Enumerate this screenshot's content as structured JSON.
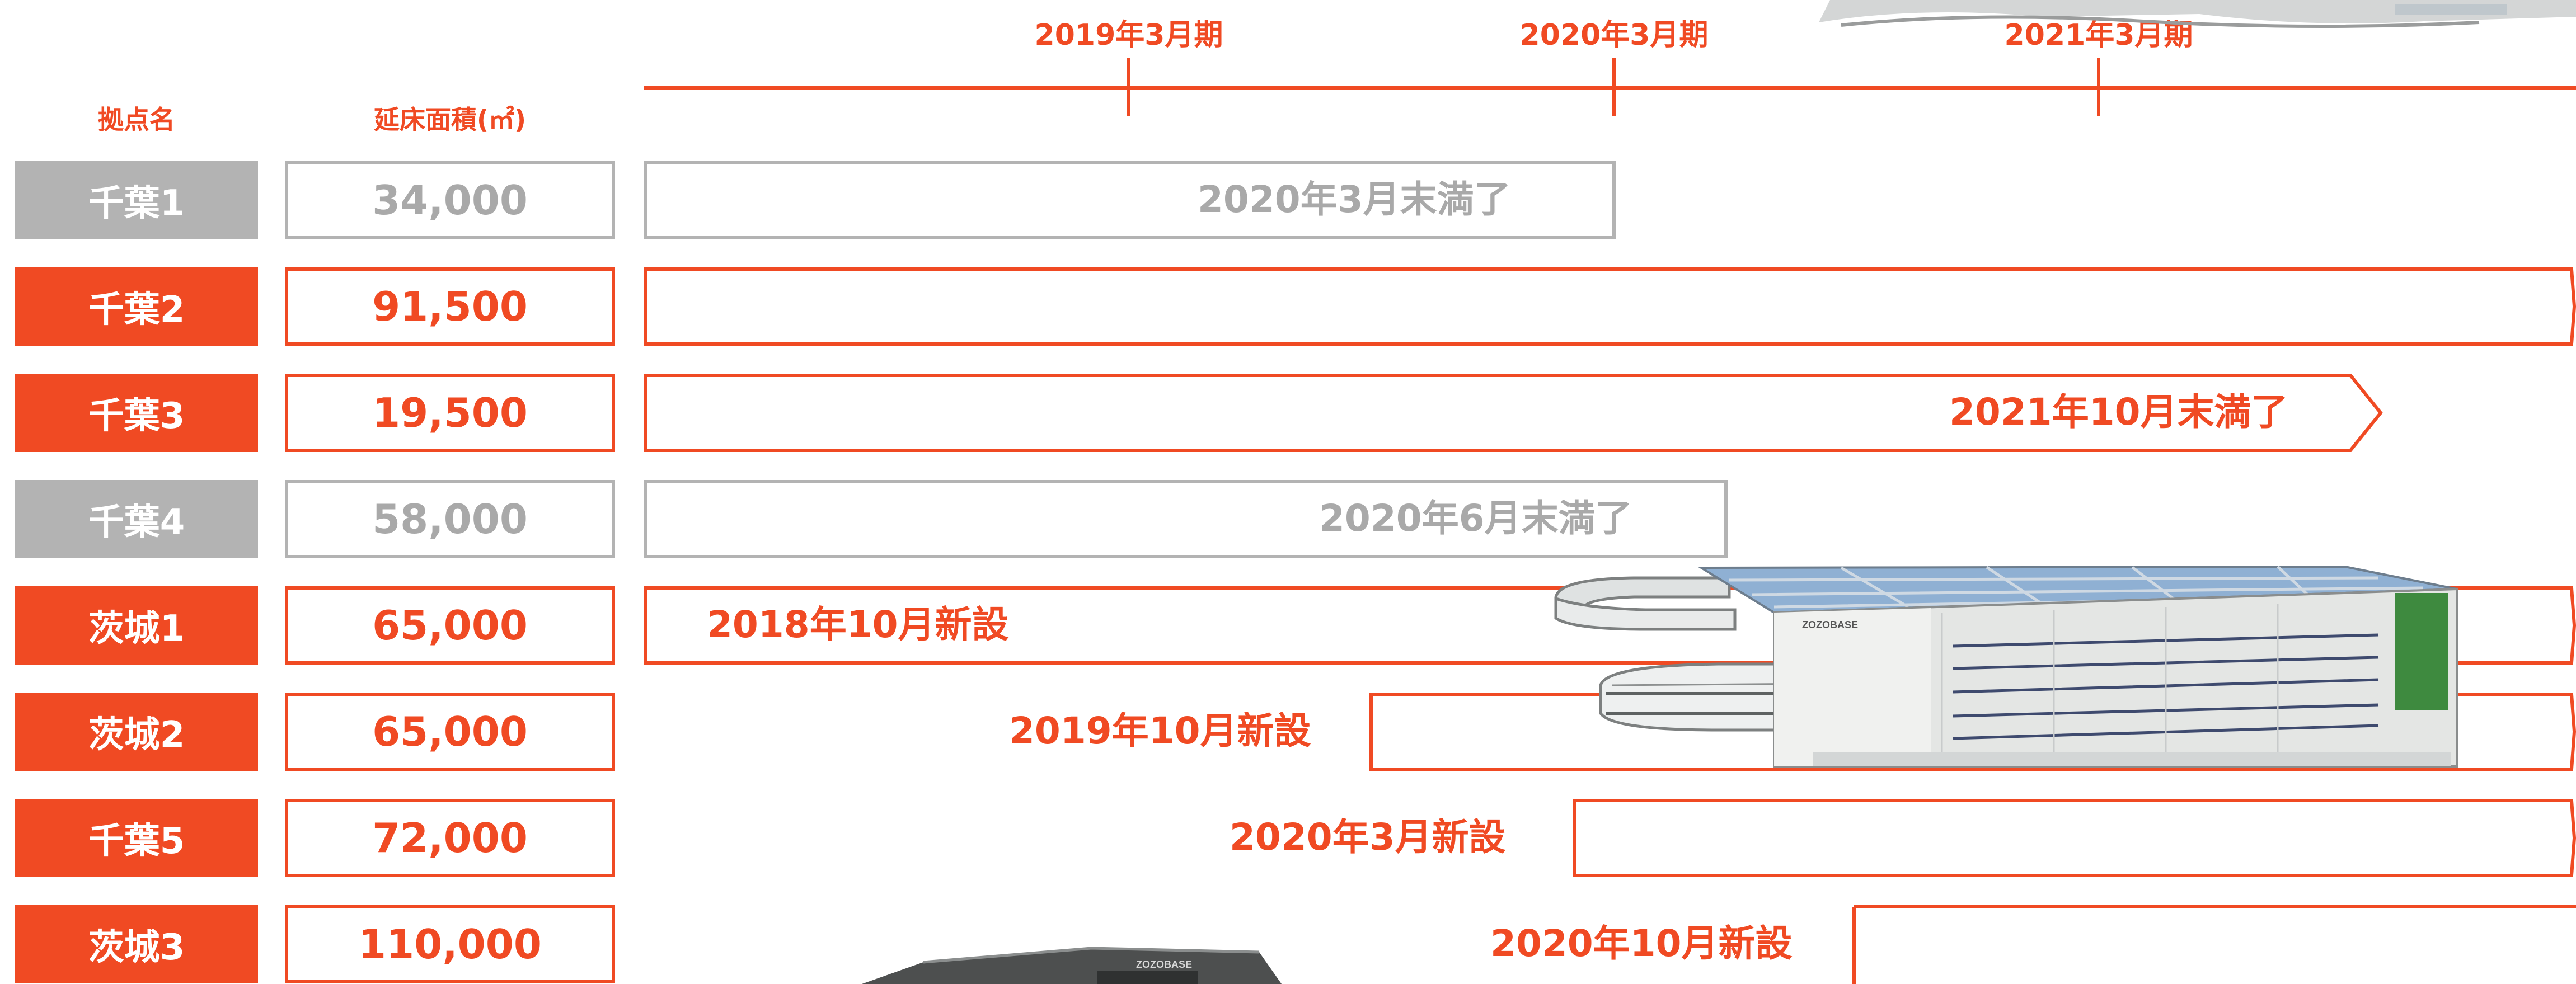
{
  "colors": {
    "accent": "#f04a23",
    "inactive": "#b3b3b3",
    "text_inactive": "#a9a9a9"
  },
  "headers": {
    "site_name": "拠点名",
    "floor_area": "延床面積(㎡)"
  },
  "periods": [
    "2019年3月期",
    "2020年3月期",
    "2021年3月期"
  ],
  "sites": [
    {
      "name": "千葉1",
      "area": "34,000",
      "status": "inactive",
      "label": "2020年3月末満了"
    },
    {
      "name": "千葉2",
      "area": "91,500",
      "status": "active",
      "label": ""
    },
    {
      "name": "千葉3",
      "area": "19,500",
      "status": "active",
      "label": "2021年10月末満了"
    },
    {
      "name": "千葉4",
      "area": "58,000",
      "status": "inactive",
      "label": "2020年6月末満了"
    },
    {
      "name": "茨城1",
      "area": "65,000",
      "status": "active",
      "label": "2018年10月新設"
    },
    {
      "name": "茨城2",
      "area": "65,000",
      "status": "active",
      "label": "2019年10月新設"
    },
    {
      "name": "千葉5",
      "area": "72,000",
      "status": "active",
      "label": "2020年3月新設"
    },
    {
      "name": "茨城3",
      "area": "110,000",
      "status": "active",
      "label": "2020年10月新設"
    }
  ],
  "photos": {
    "building_sign": "ZOZOBASE"
  }
}
